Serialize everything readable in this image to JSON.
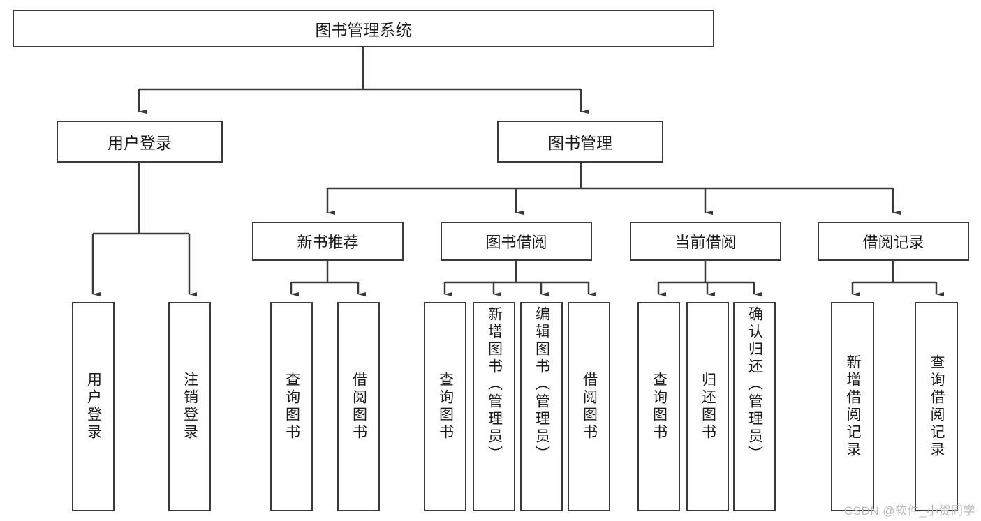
{
  "diagram": {
    "title": "图书管理系统",
    "type": "tree",
    "watermark": "CSDN @软件_小贺同学",
    "stroke_color": "#3a3a3a",
    "text_color": "#1b1b1b",
    "background": "#ffffff",
    "root": {
      "label": "图书管理系统",
      "children": [
        {
          "label": "用户登录",
          "children": [
            {
              "label": "用户登录"
            },
            {
              "label": "注销登录"
            }
          ]
        },
        {
          "label": "图书管理",
          "children": [
            {
              "label": "新书推荐",
              "children": [
                {
                  "label": "查询图书"
                },
                {
                  "label": "借阅图书"
                }
              ]
            },
            {
              "label": "图书借阅",
              "children": [
                {
                  "label": "查询图书"
                },
                {
                  "label": "新增图书（管理员）"
                },
                {
                  "label": "编辑图书（管理员）"
                },
                {
                  "label": "借阅图书"
                }
              ]
            },
            {
              "label": "当前借阅",
              "children": [
                {
                  "label": "查询图书"
                },
                {
                  "label": "归还图书"
                },
                {
                  "label": "确认归还（管理员）"
                }
              ]
            },
            {
              "label": "借阅记录",
              "children": [
                {
                  "label": "新增借阅记录"
                },
                {
                  "label": "查询借阅记录"
                }
              ]
            }
          ]
        }
      ]
    },
    "nodes": {
      "root": {
        "label": "图书管理系统"
      },
      "user_login": {
        "label": "用户登录"
      },
      "book_manage": {
        "label": "图书管理"
      },
      "new_book_rec": {
        "label": "新书推荐"
      },
      "book_borrow": {
        "label": "图书借阅"
      },
      "current_borrow": {
        "label": "当前借阅"
      },
      "borrow_record": {
        "label": "借阅记录"
      },
      "leaf_user_login": {
        "label": "用户登录"
      },
      "leaf_user_logout": {
        "label": "注销登录"
      },
      "leaf_rec_query": {
        "label": "查询图书"
      },
      "leaf_rec_borrow": {
        "label": "借阅图书"
      },
      "leaf_borrow_query": {
        "label": "查询图书"
      },
      "leaf_borrow_add": {
        "label": "新增图书（管理员）"
      },
      "leaf_borrow_edit": {
        "label": "编辑图书（管理员）"
      },
      "leaf_borrow_do": {
        "label": "借阅图书"
      },
      "leaf_cur_query": {
        "label": "查询图书"
      },
      "leaf_cur_return": {
        "label": "归还图书"
      },
      "leaf_cur_confirm": {
        "label": "确认归还（管理员）"
      },
      "leaf_rec_add": {
        "label": "新增借阅记录"
      },
      "leaf_rec_search": {
        "label": "查询借阅记录"
      }
    }
  }
}
